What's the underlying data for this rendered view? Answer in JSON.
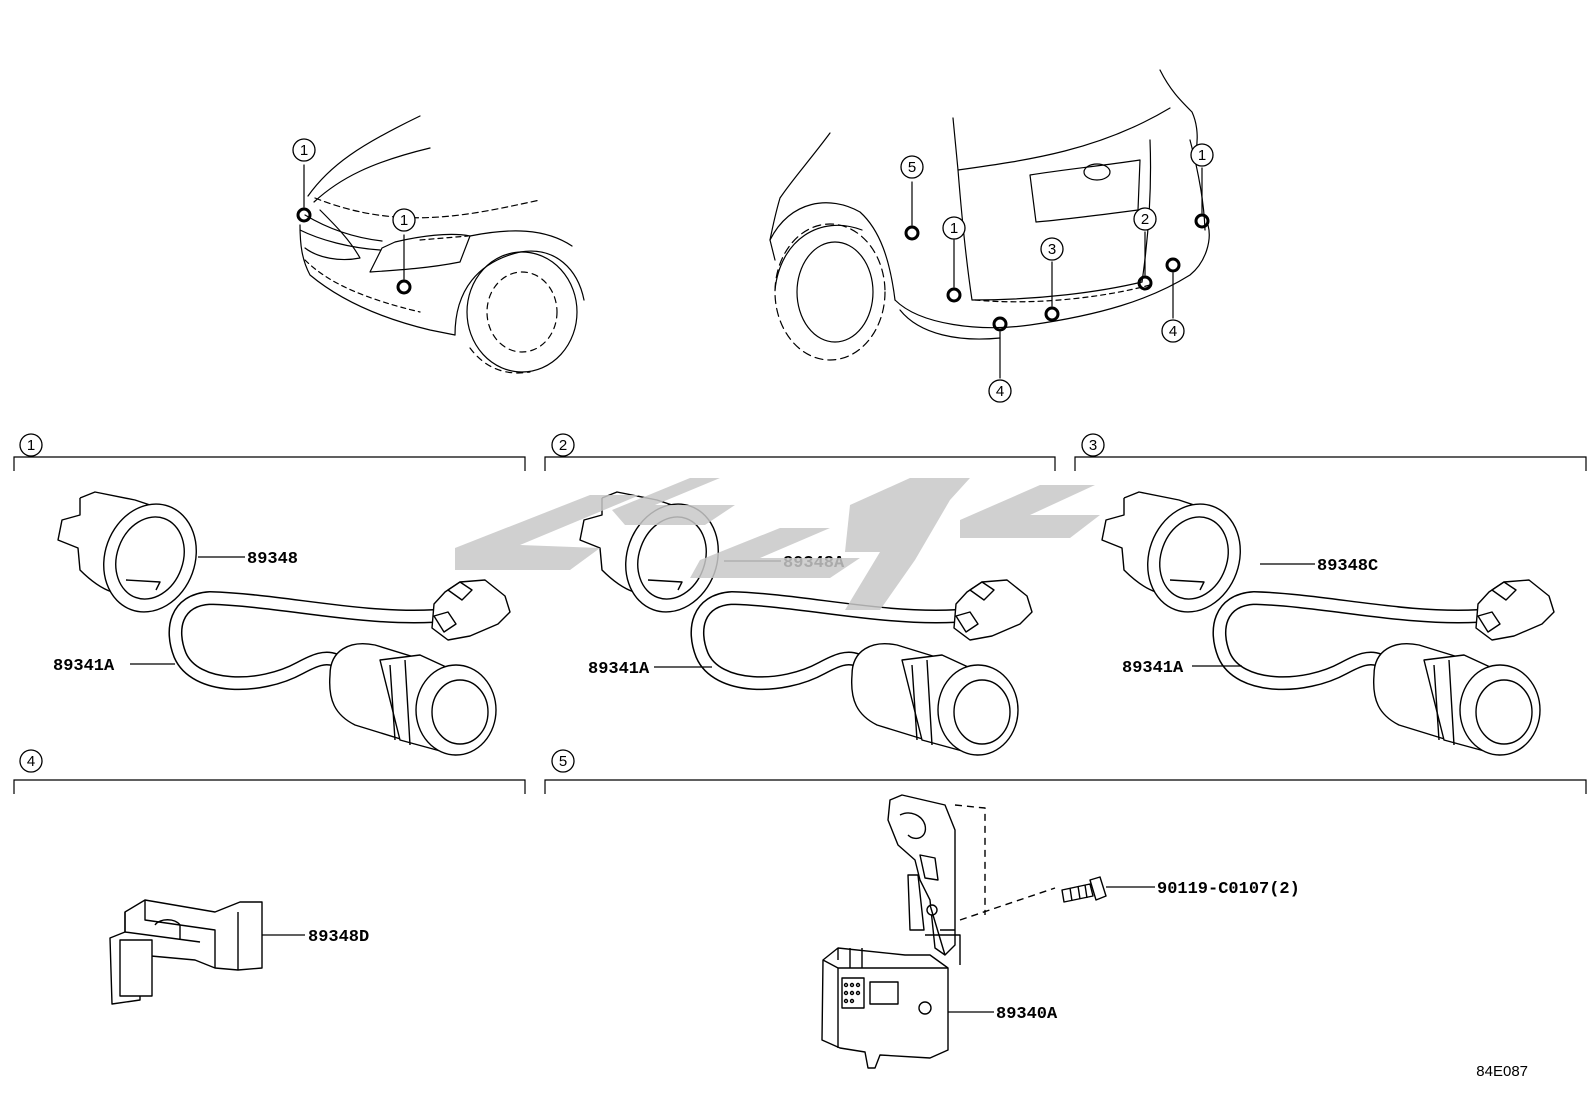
{
  "callout_numbers": {
    "one": "1",
    "two": "2",
    "three": "3",
    "four": "4",
    "five": "5"
  },
  "sections": [
    {
      "marker": "1",
      "retainer": "89348",
      "sensor": "89341A"
    },
    {
      "marker": "2",
      "retainer": "89348A",
      "sensor": "89341A"
    },
    {
      "marker": "3",
      "retainer": "89348C",
      "sensor": "89341A"
    },
    {
      "marker": "4",
      "part": "89348D"
    },
    {
      "marker": "5",
      "bolt": "90119-C0107(2)",
      "module": "89340A"
    }
  ],
  "drawing_id": "84E087",
  "watermark_color": "#c8c8c8",
  "line_color": "#000000"
}
